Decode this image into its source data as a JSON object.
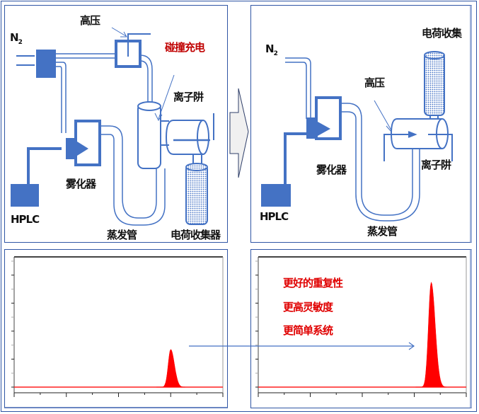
{
  "left_diagram": {
    "title": "Conventional CAD",
    "labels": {
      "n2": "N",
      "n2_sub": "2",
      "high_voltage": "高压",
      "collision_charging": "碰撞充电",
      "ion_trap": "离子阱",
      "nebulizer": "雾化器",
      "hplc": "HPLC",
      "evaporation_tube": "蒸发管",
      "charge_collector": "电荷收集器"
    }
  },
  "right_diagram": {
    "labels": {
      "n2": "N",
      "n2_sub": "2",
      "charge_collection": "电荷收集",
      "high_voltage": "高压",
      "nebulizer": "雾化器",
      "ion_trap": "离子阱",
      "hplc": "HPLC",
      "evaporation_tube": "蒸发管"
    }
  },
  "advantages": [
    "更好的重复性",
    "更高灵敏度",
    "更简单系统"
  ],
  "colors": {
    "diagram_blue": "#4472c4",
    "frame_blue": "#2f55a4",
    "peak_red": "#ff0000",
    "highlight_red": "#c00000"
  },
  "chart_data": [
    {
      "type": "line",
      "title": "",
      "xlabel": "",
      "ylabel": "",
      "x_ticks": 9,
      "y_ticks": 10,
      "xlim": [
        0,
        8
      ],
      "ylim": [
        0,
        9
      ],
      "baseline": 0,
      "peaks": [
        {
          "x": 6.0,
          "height": 2.7,
          "width": 0.25
        }
      ]
    },
    {
      "type": "line",
      "title": "",
      "xlabel": "",
      "ylabel": "",
      "x_ticks": 9,
      "y_ticks": 10,
      "xlim": [
        0,
        8
      ],
      "ylim": [
        0,
        9
      ],
      "baseline": 0,
      "peaks": [
        {
          "x": 6.65,
          "height": 7.5,
          "width": 0.27
        }
      ]
    }
  ]
}
